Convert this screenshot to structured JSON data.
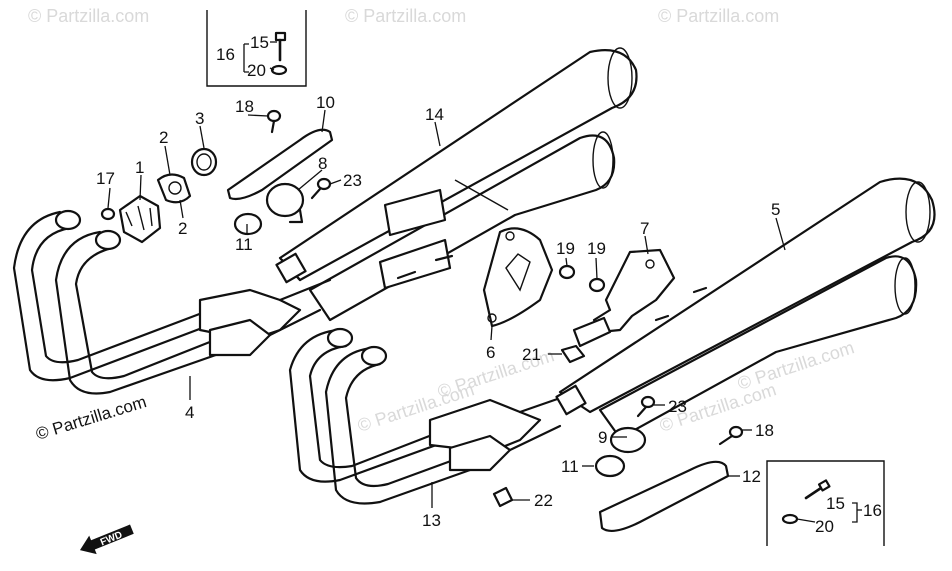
{
  "watermark": {
    "text": "© Partzilla.com"
  },
  "credit": {
    "text": "© Partzilla.com"
  },
  "fwd_marker": {
    "label": "FWD",
    "icon": "forward-arrow-icon"
  },
  "callouts": {
    "c1": "1",
    "c2a": "2",
    "c2b": "2",
    "c3": "3",
    "c4": "4",
    "c5": "5",
    "c6": "6",
    "c7": "7",
    "c8": "8",
    "c9": "9",
    "c10": "10",
    "c11a": "11",
    "c11b": "11",
    "c12": "12",
    "c13": "13",
    "c14": "14",
    "c17": "17",
    "c18a": "18",
    "c18b": "18",
    "c19a": "19",
    "c19b": "19",
    "c21": "21",
    "c22": "22",
    "c23a": "23",
    "c23b": "23"
  },
  "inset_top": {
    "l15": "15",
    "l16": "16",
    "l20": "20"
  },
  "inset_bottom": {
    "l15": "15",
    "l16": "16",
    "l20": "20"
  }
}
